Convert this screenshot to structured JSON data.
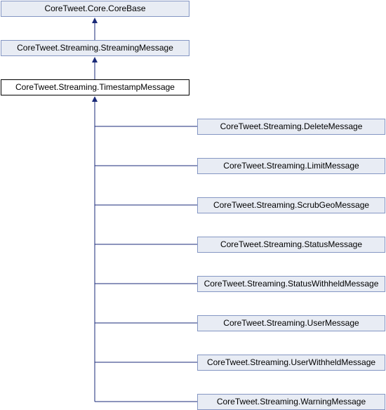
{
  "colors": {
    "edge": "#1a2a78",
    "node_fill": "#e8ecf4",
    "node_border": "#8496c3",
    "current_fill": "#ffffff",
    "current_border": "#000000"
  },
  "nodes": {
    "core_base": "CoreTweet.Core.CoreBase",
    "streaming_message": "CoreTweet.Streaming.StreamingMessage",
    "timestamp_message": "CoreTweet.Streaming.TimestampMessage",
    "delete_message": "CoreTweet.Streaming.DeleteMessage",
    "limit_message": "CoreTweet.Streaming.LimitMessage",
    "scrub_geo_message": "CoreTweet.Streaming.ScrubGeoMessage",
    "status_message": "CoreTweet.Streaming.StatusMessage",
    "status_withheld_message": "CoreTweet.Streaming.StatusWithheldMessage",
    "user_message": "CoreTweet.Streaming.UserMessage",
    "user_withheld_message": "CoreTweet.Streaming.UserWithheldMessage",
    "warning_message": "CoreTweet.Streaming.WarningMessage"
  }
}
